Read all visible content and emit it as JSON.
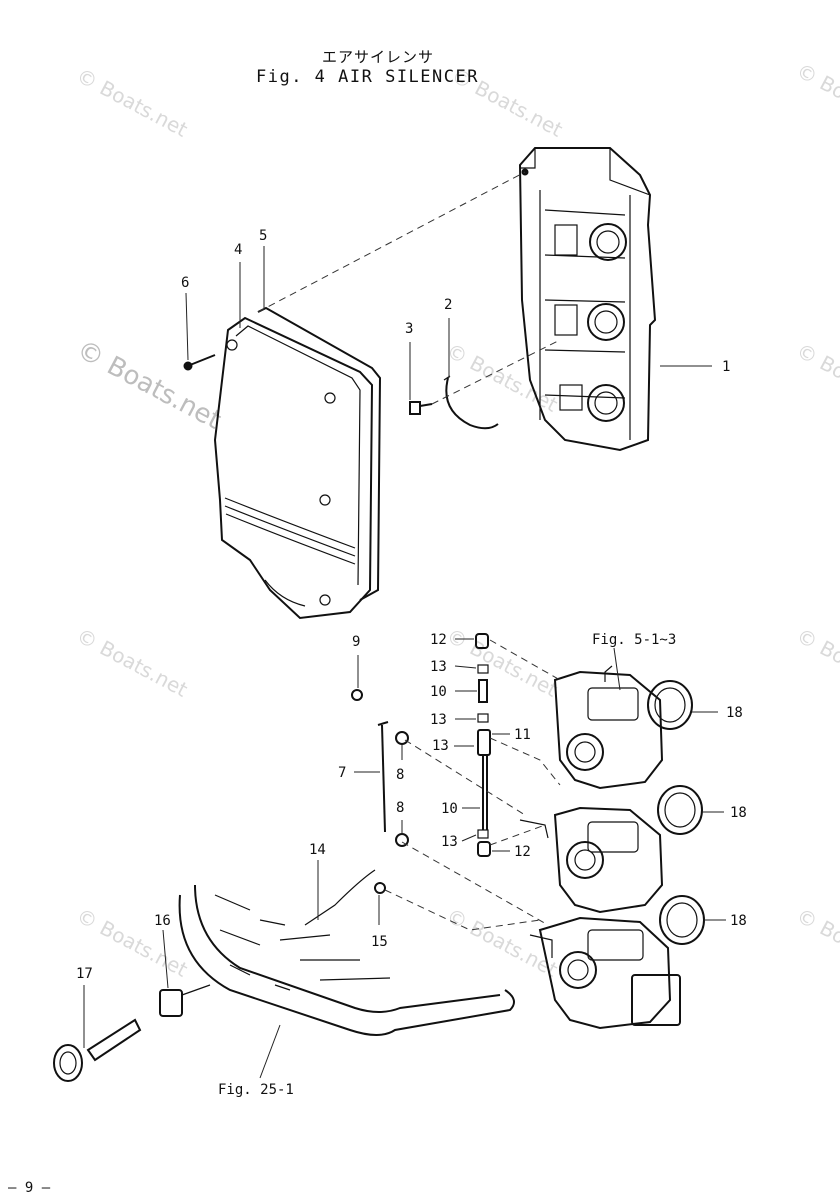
{
  "figure": {
    "title_jp": "エアサイレンサ",
    "title_en": "Fig. 4  AIR SILENCER"
  },
  "page_number": "– 9 –",
  "watermark": "© Boats.net",
  "references": {
    "carburetor": "Fig. 5-1~3",
    "bracket": "Fig. 25-1"
  },
  "callouts": [
    {
      "id": "c1",
      "label": "1"
    },
    {
      "id": "c2",
      "label": "2"
    },
    {
      "id": "c3",
      "label": "3"
    },
    {
      "id": "c4",
      "label": "4"
    },
    {
      "id": "c5",
      "label": "5"
    },
    {
      "id": "c6",
      "label": "6"
    },
    {
      "id": "c7",
      "label": "7"
    },
    {
      "id": "c8a",
      "label": "8"
    },
    {
      "id": "c8b",
      "label": "8"
    },
    {
      "id": "c9",
      "label": "9"
    },
    {
      "id": "c10a",
      "label": "10"
    },
    {
      "id": "c10b",
      "label": "10"
    },
    {
      "id": "c11",
      "label": "11"
    },
    {
      "id": "c12a",
      "label": "12"
    },
    {
      "id": "c12b",
      "label": "12"
    },
    {
      "id": "c13a",
      "label": "13"
    },
    {
      "id": "c13b",
      "label": "13"
    },
    {
      "id": "c13c",
      "label": "13"
    },
    {
      "id": "c13d",
      "label": "13"
    },
    {
      "id": "c14",
      "label": "14"
    },
    {
      "id": "c15",
      "label": "15"
    },
    {
      "id": "c16",
      "label": "16"
    },
    {
      "id": "c17",
      "label": "17"
    },
    {
      "id": "c18a",
      "label": "18"
    },
    {
      "id": "c18b",
      "label": "18"
    },
    {
      "id": "c18c",
      "label": "18"
    }
  ]
}
